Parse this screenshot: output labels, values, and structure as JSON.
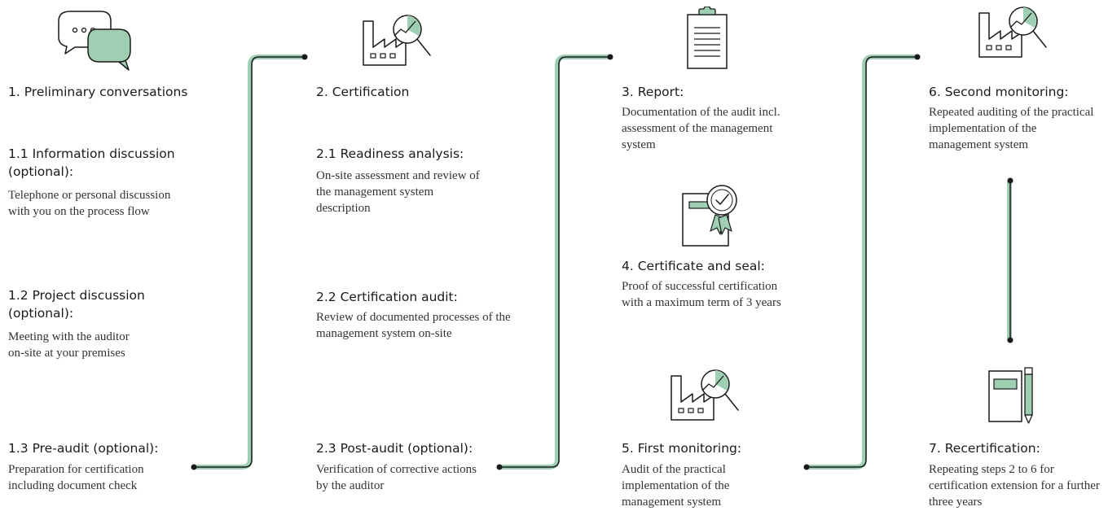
{
  "colors": {
    "accent": "#9fcfb3",
    "ink": "#1a1a1a",
    "text": "#333333"
  },
  "steps": [
    {
      "heading": "1. Preliminary conversations",
      "icon": "chat-bubbles-icon"
    },
    {
      "heading": "1.1 Information discussion (optional):",
      "desc": "Telephone or personal discussion with you on the process flow"
    },
    {
      "heading": "1.2 Project discussion (optional):",
      "desc": "Meeting with the auditor on-site at your premises"
    },
    {
      "heading": "1.3 Pre-audit (optional):",
      "desc": "Preparation for certification including document check"
    },
    {
      "heading": "2. Certification",
      "icon": "factory-magnifier-icon"
    },
    {
      "heading": "2.1 Readiness analysis:",
      "desc": "On-site assessment and review of the management system description"
    },
    {
      "heading": "2.2 Certification audit:",
      "desc": "Review of documented processes of the management system on-site"
    },
    {
      "heading": "2.3 Post-audit (optional):",
      "desc": "Verification of corrective actions by the auditor"
    },
    {
      "heading": "3. Report:",
      "desc": "Documentation of the audit incl. assessment of the management system",
      "icon": "clipboard-icon"
    },
    {
      "heading": "4. Certificate and seal:",
      "desc": "Proof of successful certification with a maximum term of 3 years",
      "icon": "certificate-seal-icon"
    },
    {
      "heading": "5. First monitoring:",
      "desc": "Audit of the practical implementation of the management system",
      "icon": "factory-magnifier-icon"
    },
    {
      "heading": "6. Second monitoring:",
      "desc": "Repeated auditing of the practical implementation of the management system",
      "icon": "factory-magnifier-icon"
    },
    {
      "heading": "7. Recertification:",
      "desc": "Repeating steps 2 to 6 for certification extension for a further three years",
      "icon": "notebook-pencil-icon"
    }
  ]
}
